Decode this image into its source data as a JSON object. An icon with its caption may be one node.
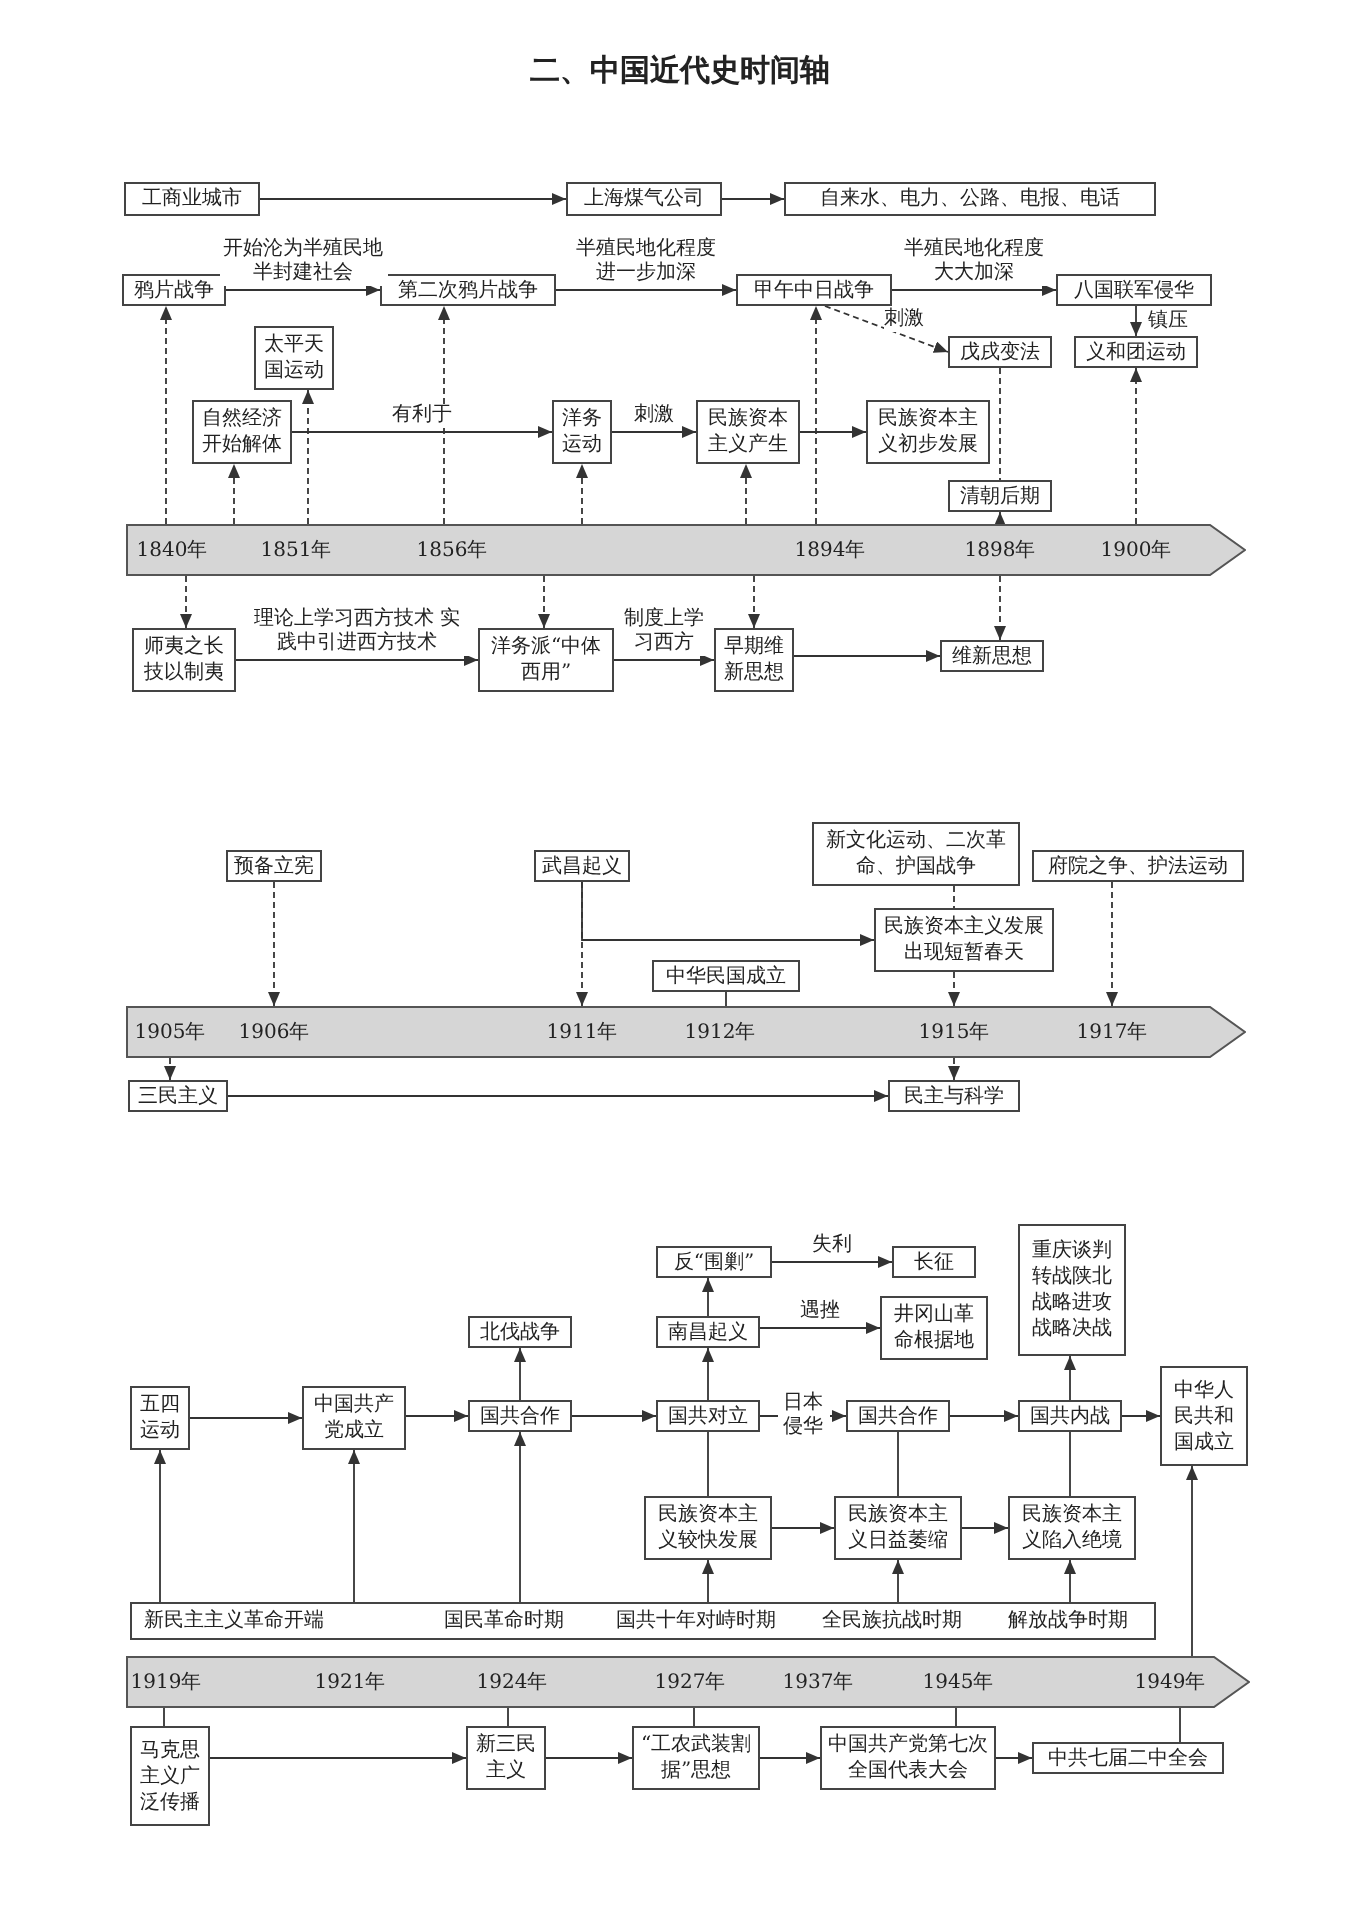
{
  "diagram": {
    "title": "二、中国近代史时间轴",
    "nodes": [
      {
        "text": [
          "工商业城市"
        ]
      },
      {
        "text": [
          "上海煤气公司"
        ]
      },
      {
        "text": [
          "自来水、电力、公路、电报、电话"
        ]
      },
      {
        "text": [
          "鸦片战争"
        ]
      },
      {
        "text": [
          "第二次鸦片战争"
        ]
      },
      {
        "text": [
          "甲午中日战争"
        ]
      },
      {
        "text": [
          "八国联军侵华"
        ]
      },
      {
        "text": [
          "太平天国运动"
        ]
      },
      {
        "text": [
          "戊戌变法"
        ]
      },
      {
        "text": [
          "义和团运动"
        ]
      },
      {
        "text": [
          "自然经济开始解体"
        ]
      },
      {
        "text": [
          "洋务运动"
        ]
      },
      {
        "text": [
          "民族资本主义产生"
        ]
      },
      {
        "text": [
          "民族资本主义初步发展"
        ]
      },
      {
        "text": [
          "清朝后期"
        ]
      },
      {
        "text": [],
        "shape": "bar"
      },
      {
        "text": [
          "1840年"
        ],
        "in": 15
      },
      {
        "text": [
          "1851年"
        ],
        "in": 15
      },
      {
        "text": [
          "1856年"
        ],
        "in": 15
      },
      {
        "text": [
          "1894年"
        ],
        "in": 15
      },
      {
        "text": [
          "1898年"
        ],
        "in": 15
      },
      {
        "text": [
          "1900年"
        ],
        "in": 15
      },
      {
        "text": [
          "师夷之长技以制夷"
        ]
      },
      {
        "text": [
          "洋务派“中体西用”"
        ]
      },
      {
        "text": [
          "早期维新思想"
        ]
      },
      {
        "text": [
          "维新思想"
        ]
      },
      {
        "text": [
          "新文化运动、二次革命、护国战争"
        ]
      },
      {
        "text": [
          "预备立宪"
        ]
      },
      {
        "text": [
          "武昌起义"
        ]
      },
      {
        "text": [
          "府院之争、护法运动"
        ]
      },
      {
        "text": [
          "民族资本主义发展出现短暂春天"
        ]
      },
      {
        "text": [
          "中华民国成立"
        ]
      },
      {
        "text": [],
        "shape": "bar"
      },
      {
        "text": [
          "1905年"
        ],
        "in": 32
      },
      {
        "text": [
          "1906年"
        ],
        "in": 32
      },
      {
        "text": [
          "1911年"
        ],
        "in": 32
      },
      {
        "text": [
          "1912年"
        ],
        "in": 32
      },
      {
        "text": [
          "1915年"
        ],
        "in": 32
      },
      {
        "text": [
          "1917年"
        ],
        "in": 32
      },
      {
        "text": [
          "三民主义"
        ]
      },
      {
        "text": [
          "民主与科学"
        ]
      },
      {
        "text": [
          "反“围剿”"
        ]
      },
      {
        "text": [
          "长征"
        ]
      },
      {
        "text": [
          "重庆谈判",
          "转战陕北",
          "战略进攻",
          "战略决战"
        ]
      },
      {
        "text": [
          "南昌起义"
        ]
      },
      {
        "text": [
          "井冈山革命根据地"
        ]
      },
      {
        "text": [
          "北伐战争"
        ]
      },
      {
        "text": [
          "五四运动"
        ]
      },
      {
        "text": [
          "中国共产党成立"
        ]
      },
      {
        "text": [
          "国共合作"
        ]
      },
      {
        "text": [
          "国共对立"
        ]
      },
      {
        "text": [
          "国共合作"
        ]
      },
      {
        "text": [
          "国共内战"
        ]
      },
      {
        "text": [
          "中华人民共和国成立"
        ]
      },
      {
        "text": [
          "民族资本主义较快发展"
        ]
      },
      {
        "text": [
          "民族资本主义日益萎缩"
        ]
      },
      {
        "text": [
          "民族资本主义陷入绝境"
        ]
      },
      {
        "text": [
          "新民主主义革命开端",
          "国民革命时期",
          "国共十年对峙时期",
          "全民族抗战时期",
          "解放战争时期"
        ]
      },
      {
        "text": [],
        "shape": "bar"
      },
      {
        "text": [
          "1919年"
        ],
        "in": 58
      },
      {
        "text": [
          "1921年"
        ],
        "in": 58
      },
      {
        "text": [
          "1924年"
        ],
        "in": 58
      },
      {
        "text": [
          "1927年"
        ],
        "in": 58
      },
      {
        "text": [
          "1937年"
        ],
        "in": 58
      },
      {
        "text": [
          "1945年"
        ],
        "in": 58
      },
      {
        "text": [
          "1949年"
        ],
        "in": 58
      },
      {
        "text": [
          "马克思主义广泛传播"
        ]
      },
      {
        "text": [
          "新三民主义"
        ]
      },
      {
        "text": [
          "“工农武装割据”思想"
        ]
      },
      {
        "text": [
          "中国共产党第七次全国代表大会"
        ]
      },
      {
        "text": [
          "中共七届二中全会"
        ]
      }
    ],
    "edges": [
      {
        "from": 0,
        "to": 1,
        "arrow": "to"
      },
      {
        "from": 1,
        "to": 2,
        "arrow": "to"
      },
      {
        "from": 3,
        "to": 4,
        "arrow": "to",
        "label": "开始沦为半殖民地半封建社会"
      },
      {
        "from": 4,
        "to": 5,
        "arrow": "to",
        "label": "半殖民地化程度进一步加深"
      },
      {
        "from": 5,
        "to": 6,
        "arrow": "to",
        "label": "半殖民地化程度大大加深"
      },
      {
        "from": 5,
        "to": 8,
        "arrow": "to",
        "label": "刺激",
        "style": "dashed"
      },
      {
        "from": 6,
        "to": 9,
        "arrow": "to",
        "label": "镇压"
      },
      {
        "from": 10,
        "to": 11,
        "arrow": "to",
        "label": "有利于"
      },
      {
        "from": 11,
        "to": 12,
        "arrow": "to",
        "label": "刺激"
      },
      {
        "from": 12,
        "to": 13,
        "arrow": "to"
      },
      {
        "from": 8,
        "to": 14,
        "arrow": "none",
        "style": "dashed"
      },
      {
        "from": 16,
        "to": 3,
        "arrow": "to",
        "style": "dashed"
      },
      {
        "from": 15,
        "to": 10,
        "arrow": "to",
        "style": "dashed"
      },
      {
        "from": 17,
        "to": 7,
        "arrow": "to",
        "style": "dashed"
      },
      {
        "from": 18,
        "to": 4,
        "arrow": "to",
        "style": "dashed"
      },
      {
        "from": 15,
        "to": 11,
        "arrow": "to",
        "style": "dashed"
      },
      {
        "from": 15,
        "to": 12,
        "arrow": "to",
        "style": "dashed"
      },
      {
        "from": 19,
        "to": 5,
        "arrow": "to",
        "style": "dashed"
      },
      {
        "from": 20,
        "to": 14,
        "arrow": "to",
        "style": "dashed"
      },
      {
        "from": 21,
        "to": 9,
        "arrow": "to",
        "style": "dashed"
      },
      {
        "from": 16,
        "to": 22,
        "arrow": "to",
        "style": "dashed"
      },
      {
        "from": 15,
        "to": 23,
        "arrow": "to",
        "style": "dashed"
      },
      {
        "from": 15,
        "to": 24,
        "arrow": "to",
        "style": "dashed"
      },
      {
        "from": 20,
        "to": 25,
        "arrow": "to",
        "style": "dashed"
      },
      {
        "from": 22,
        "to": 23,
        "arrow": "to",
        "label": "理论上学习西方技术 实践中引进西方技术"
      },
      {
        "from": 23,
        "to": 24,
        "arrow": "to",
        "label": "制度上学习西方"
      },
      {
        "from": 24,
        "to": 25,
        "arrow": "to"
      },
      {
        "from": 27,
        "to": 34,
        "arrow": "to",
        "style": "dashed"
      },
      {
        "from": 28,
        "to": 35,
        "arrow": "to",
        "style": "dashed"
      },
      {
        "from": 28,
        "to": 30,
        "arrow": "to"
      },
      {
        "from": 26,
        "to": 30,
        "arrow": "none",
        "style": "dashed"
      },
      {
        "from": 30,
        "to": 37,
        "arrow": "to",
        "style": "dashed"
      },
      {
        "from": 29,
        "to": 38,
        "arrow": "to",
        "style": "dashed"
      },
      {
        "from": 31,
        "to": 36,
        "arrow": "none"
      },
      {
        "from": 33,
        "to": 39,
        "arrow": "to",
        "style": "dashed"
      },
      {
        "from": 37,
        "to": 40,
        "arrow": "to",
        "style": "dashed"
      },
      {
        "from": 39,
        "to": 40,
        "arrow": "to"
      },
      {
        "from": 47,
        "to": 48,
        "arrow": "to"
      },
      {
        "from": 48,
        "to": 49,
        "arrow": "to"
      },
      {
        "from": 49,
        "to": 50,
        "arrow": "to"
      },
      {
        "from": 50,
        "to": 51,
        "arrow": "to",
        "label": "日本侵华"
      },
      {
        "from": 51,
        "to": 52,
        "arrow": "to"
      },
      {
        "from": 52,
        "to": 53,
        "arrow": "to"
      },
      {
        "from": 49,
        "to": 46,
        "arrow": "to"
      },
      {
        "from": 50,
        "to": 44,
        "arrow": "to"
      },
      {
        "from": 44,
        "to": 41,
        "arrow": "to"
      },
      {
        "from": 41,
        "to": 42,
        "arrow": "to",
        "label": "失利"
      },
      {
        "from": 44,
        "to": 45,
        "arrow": "to",
        "label": "遇挫"
      },
      {
        "from": 52,
        "to": 43,
        "arrow": "to"
      },
      {
        "from": 50,
        "to": 54,
        "arrow": "none"
      },
      {
        "from": 51,
        "to": 55,
        "arrow": "none"
      },
      {
        "from": 52,
        "to": 56,
        "arrow": "none"
      },
      {
        "from": 54,
        "to": 55,
        "arrow": "to"
      },
      {
        "from": 55,
        "to": 56,
        "arrow": "to"
      },
      {
        "from": 57,
        "to": 47,
        "arrow": "to"
      },
      {
        "from": 57,
        "to": 48,
        "arrow": "to"
      },
      {
        "from": 57,
        "to": 49,
        "arrow": "to"
      },
      {
        "from": 57,
        "to": 54,
        "arrow": "to"
      },
      {
        "from": 57,
        "to": 55,
        "arrow": "to"
      },
      {
        "from": 57,
        "to": 56,
        "arrow": "to"
      },
      {
        "from": 65,
        "to": 53,
        "arrow": "to"
      },
      {
        "from": 59,
        "to": 66,
        "arrow": "none"
      },
      {
        "from": 61,
        "to": 67,
        "arrow": "none"
      },
      {
        "from": 62,
        "to": 68,
        "arrow": "none"
      },
      {
        "from": 64,
        "to": 69,
        "arrow": "none"
      },
      {
        "from": 65,
        "to": 70,
        "arrow": "none"
      },
      {
        "from": 66,
        "to": 67,
        "arrow": "to"
      },
      {
        "from": 67,
        "to": 68,
        "arrow": "to"
      },
      {
        "from": 68,
        "to": 69,
        "arrow": "to"
      },
      {
        "from": 69,
        "to": 70,
        "arrow": "to"
      }
    ]
  }
}
